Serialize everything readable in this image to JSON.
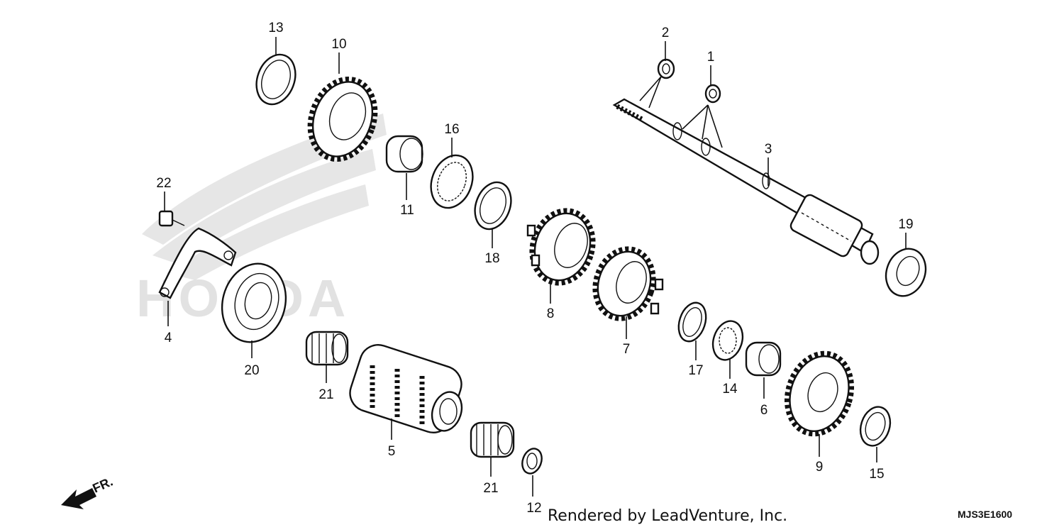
{
  "callouts": [
    "13",
    "10",
    "2",
    "1",
    "3",
    "22",
    "16",
    "11",
    "18",
    "19",
    "4",
    "20",
    "8",
    "7",
    "21",
    "5",
    "17",
    "14",
    "6",
    "9",
    "15",
    "21",
    "12"
  ],
  "watermark": "HONDA",
  "direction_label": "FR.",
  "credit": "Rendered by LeadVenture, Inc.",
  "diagram_code": "MJS3E1600"
}
